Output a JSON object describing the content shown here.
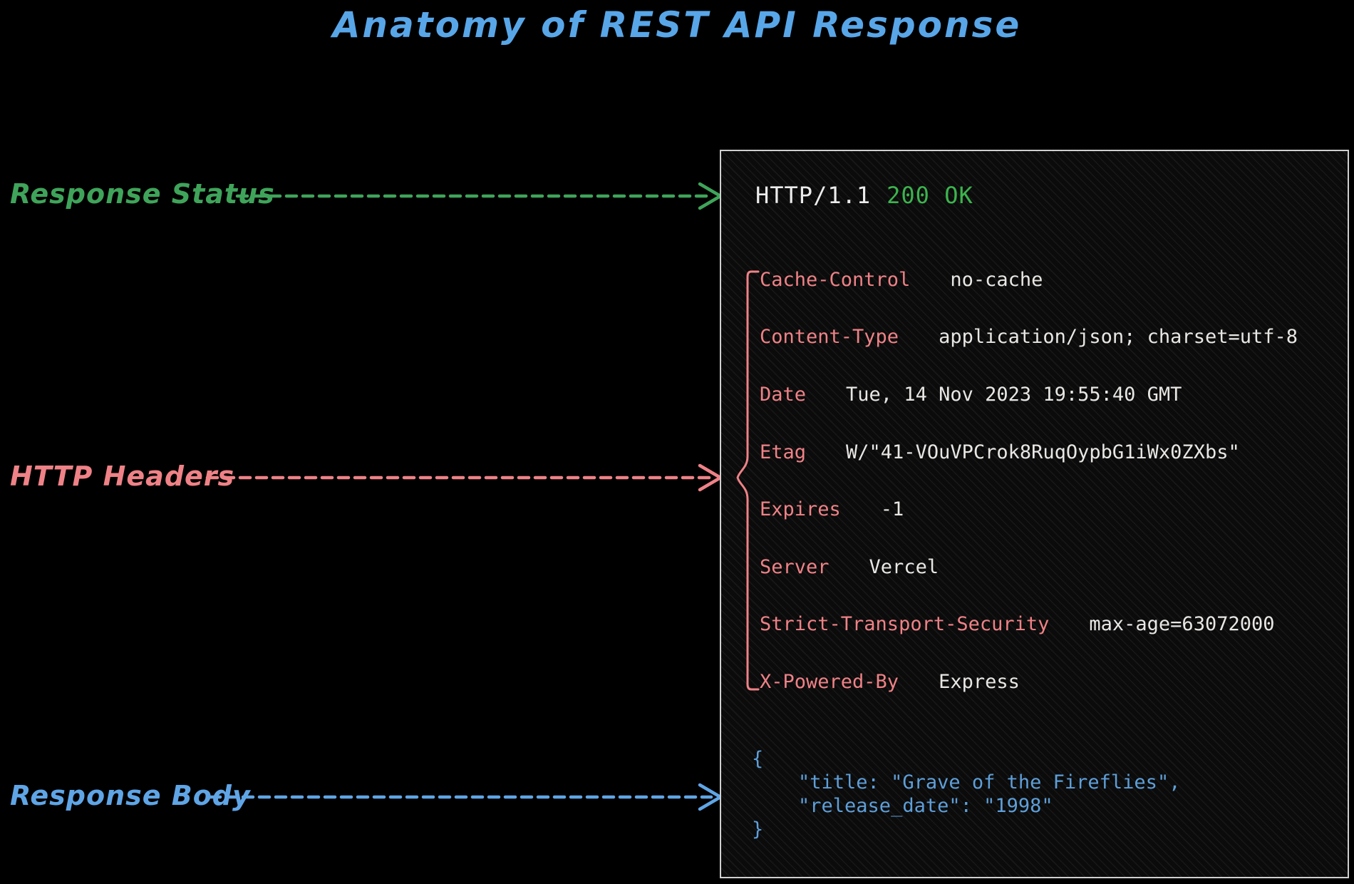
{
  "title": "Anatomy of REST API Response",
  "colors": {
    "title_blue": "#58a6e8",
    "label_green": "#3fa45a",
    "status_green": "#3cb44e",
    "header_salmon": "#ef8287",
    "body_blue": "#5fa5e6",
    "json_blue": "#5e9fd9",
    "value_white": "#e9e7e4",
    "panel_border": "#cfcfcf",
    "background": "#000000"
  },
  "annotations": [
    {
      "label": "Response Status",
      "color": "#3fa45a"
    },
    {
      "label": "HTTP Headers",
      "color": "#ef8287"
    },
    {
      "label": "Response Body",
      "color": "#5fa5e6"
    }
  ],
  "panel": {
    "status": {
      "protocol": "HTTP/1.1",
      "code": "200 OK"
    },
    "headers": [
      {
        "name": "Cache-Control",
        "value": "no-cache"
      },
      {
        "name": "Content-Type",
        "value": "application/json; charset=utf-8"
      },
      {
        "name": "Date",
        "value": "Tue, 14 Nov 2023 19:55:40 GMT"
      },
      {
        "name": "Etag",
        "value": "W/\"41-VOuVPCrok8RuqOypbG1iWx0ZXbs\""
      },
      {
        "name": "Expires",
        "value": "-1"
      },
      {
        "name": "Server",
        "value": "Vercel"
      },
      {
        "name": "Strict-Transport-Security",
        "value": "max-age=63072000"
      },
      {
        "name": "X-Powered-By",
        "value": "Express"
      }
    ],
    "body_lines": [
      "{",
      "    \"title: \"Grave of the Fireflies\",",
      "    \"release_date\": \"1998\"",
      "}"
    ]
  }
}
